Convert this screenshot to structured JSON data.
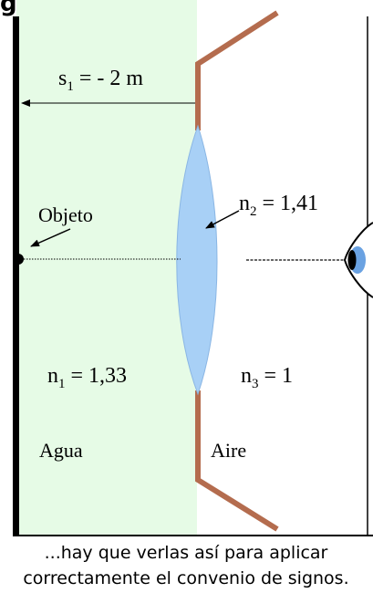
{
  "labels": {
    "heading_fragment": "g",
    "s1_symbol": "s",
    "s1_subscript": "1",
    "s1_value": " = - 2 m",
    "object": "Objeto",
    "n2_symbol": "n",
    "n2_subscript": "2",
    "n2_value": " = 1,41",
    "n1_symbol": "n",
    "n1_subscript": "1",
    "n1_value": " = 1,33",
    "n3_symbol": "n",
    "n3_subscript": "3",
    "n3_value": " = 1",
    "water": "Agua",
    "air": "Aire"
  },
  "caption": {
    "line1": "...hay que verlas así para aplicar",
    "line2": "correctamente el convenio de signos."
  },
  "colors": {
    "water": "#e6fbe6",
    "lens": "#a8d0f6",
    "wall": "#b46c4e",
    "iris": "#6aa2e2",
    "ink": "#000000"
  }
}
